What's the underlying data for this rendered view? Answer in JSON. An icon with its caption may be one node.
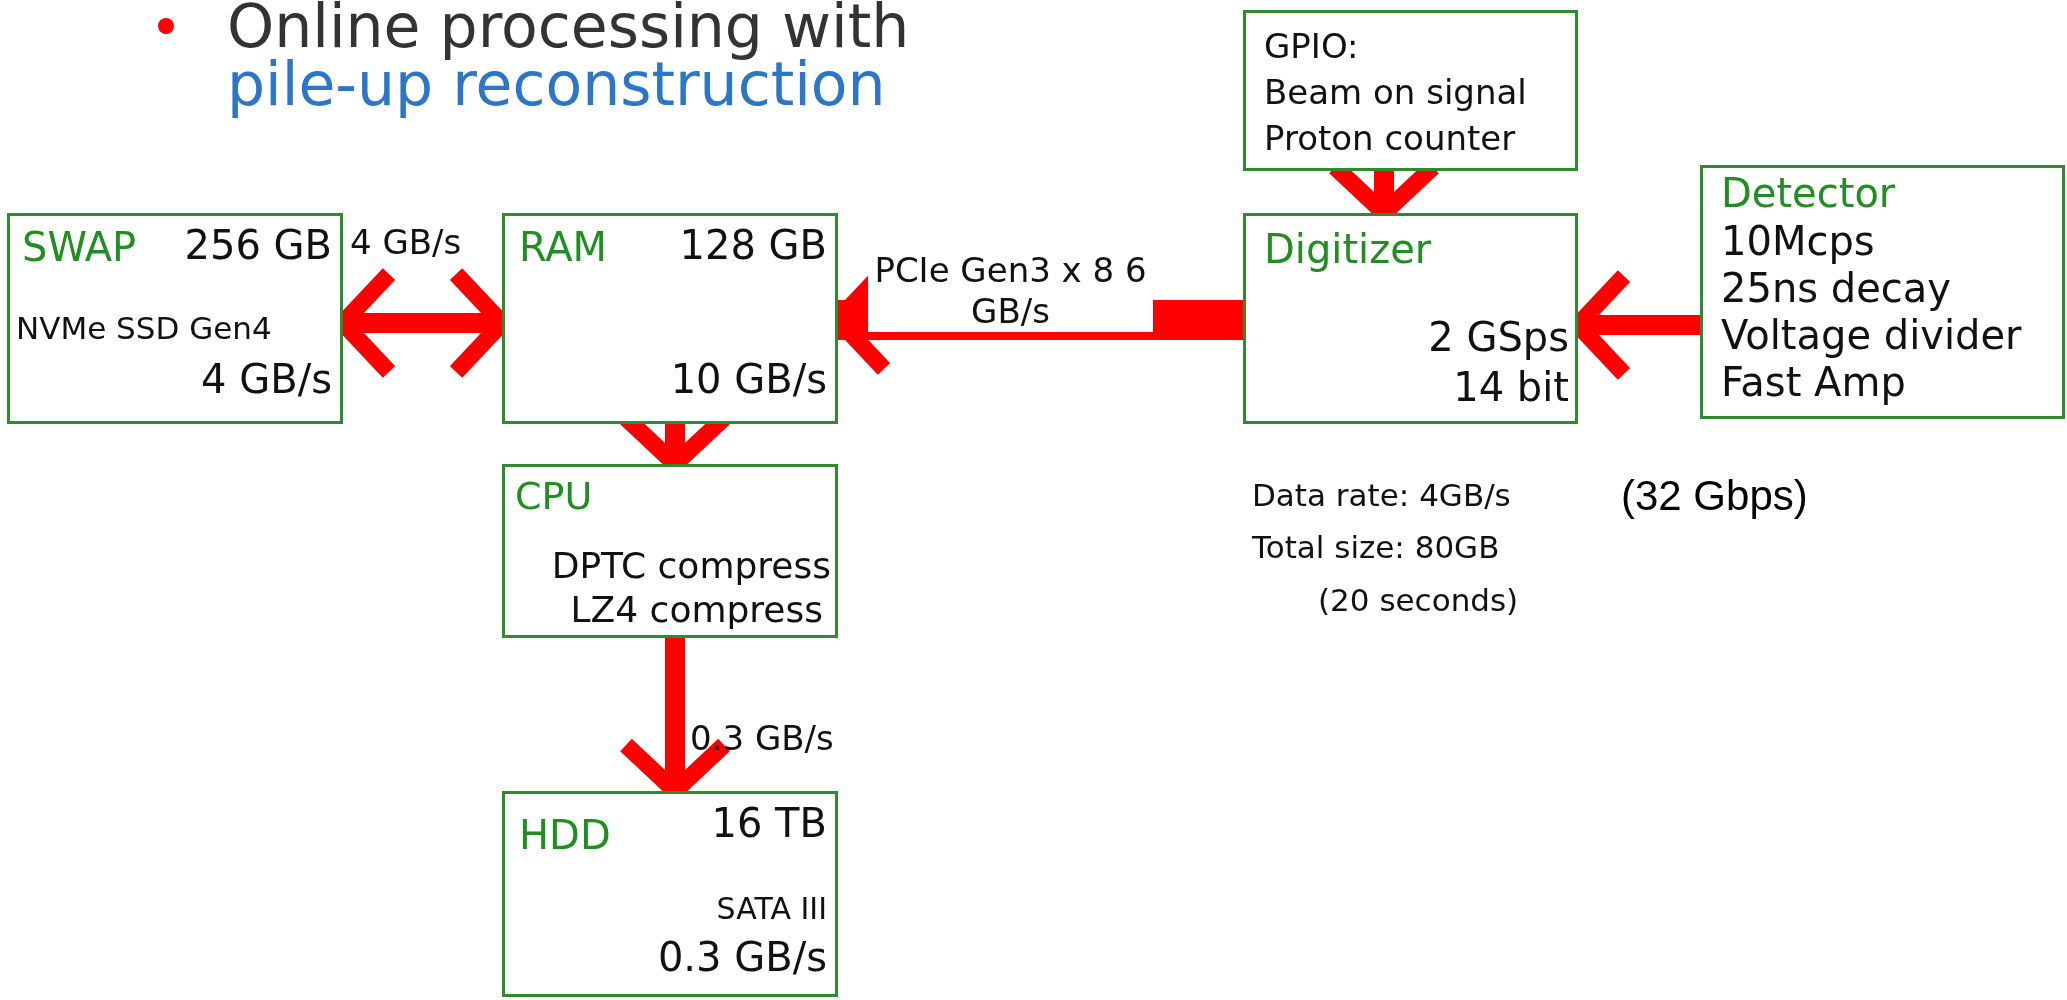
{
  "diagram": {
    "nodes": [
      {
        "text": [
          "SWAP",
          "256 GB",
          "NVMe SSD Gen4",
          "4 GB/s"
        ]
      },
      {
        "text": [
          "RAM",
          "128 GB",
          "10 GB/s"
        ]
      },
      {
        "text": [
          "GPIO:",
          "Beam on signal",
          "Proton counter"
        ]
      },
      {
        "text": [
          "Digitizer",
          "2 GSps",
          "14 bit"
        ]
      },
      {
        "text": [
          "Detector",
          "10Mcps",
          "25ns decay",
          "Voltage divider",
          "Fast Amp"
        ]
      },
      {
        "text": [
          "CPU",
          "DPTC compress",
          "LZ4 compress"
        ]
      },
      {
        "text": [
          "HDD",
          "16 TB",
          "SATA III",
          "0.3 GB/s"
        ]
      }
    ],
    "edges": [
      {
        "from": 0,
        "to": 1,
        "arrow": "both",
        "label": "4 GB/s"
      },
      {
        "from": 3,
        "to": 1,
        "arrow": "to",
        "label": "PCIe Gen3 x 8 6 GB/s",
        "style": "thick"
      },
      {
        "from": 2,
        "to": 3,
        "arrow": "to"
      },
      {
        "from": 4,
        "to": 3,
        "arrow": "to"
      },
      {
        "from": 1,
        "to": 5,
        "arrow": "to"
      },
      {
        "from": 5,
        "to": 6,
        "arrow": "to",
        "label": "0.3 GB/s"
      }
    ],
    "labels": [
      "Online processing with",
      "pile-up reconstruction",
      "Data rate: 4GB/s",
      "(32 Gbps)",
      "Total size: 80GB",
      "(20 seconds)"
    ]
  }
}
